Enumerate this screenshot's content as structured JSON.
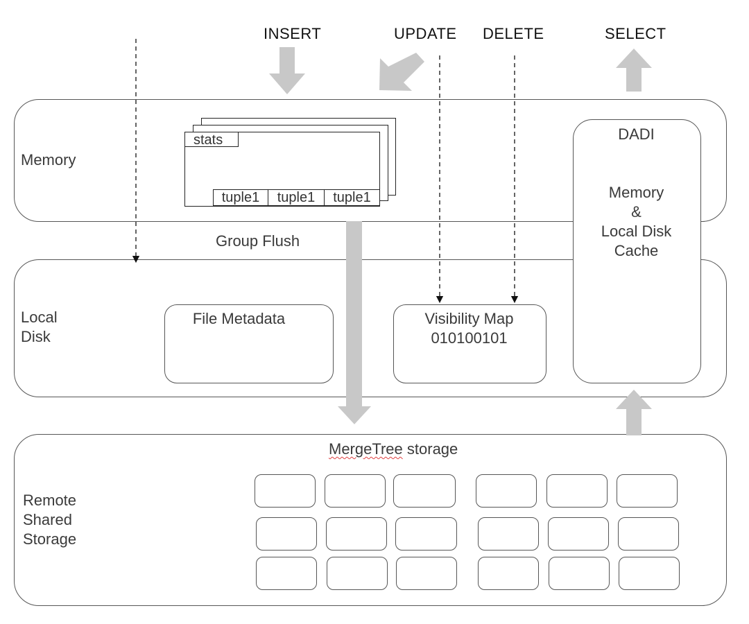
{
  "operations": {
    "insert": "INSERT",
    "update": "UPDATE",
    "delete": "DELETE",
    "select": "SELECT"
  },
  "layers": {
    "memory": "Memory",
    "local_disk_line1": "Local",
    "local_disk_line2": "Disk",
    "remote_line1": "Remote",
    "remote_line2": "Shared",
    "remote_line3": "Storage"
  },
  "memory_block": {
    "stats_label": "stats",
    "tuples": [
      "tuple1",
      "tuple1",
      "tuple1"
    ]
  },
  "group_flush": "Group Flush",
  "file_metadata": "File Metadata",
  "visibility_map": {
    "title": "Visibility Map",
    "bits": "010100101"
  },
  "dadi": {
    "title": "DADI",
    "line1": "Memory",
    "line2": "&",
    "line3": "Local Disk",
    "line4": "Cache"
  },
  "remote_storage": {
    "merge_part1": "MergeTree",
    "merge_part2": " storage"
  },
  "colors": {
    "arrow_fill": "#c8c8c8",
    "border": "#555555"
  }
}
